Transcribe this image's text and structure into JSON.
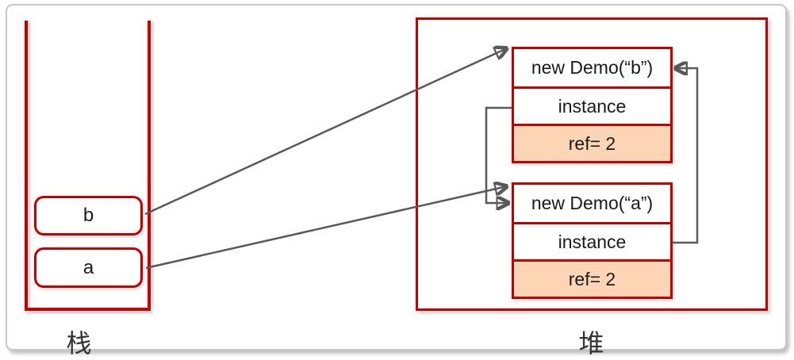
{
  "diagram": {
    "stack": {
      "label": "栈",
      "frames": [
        {
          "name": "b"
        },
        {
          "name": "a"
        }
      ]
    },
    "heap": {
      "label": "堆",
      "objects": [
        {
          "title": "new Demo(“b”)",
          "field": "instance",
          "ref": "ref= 2"
        },
        {
          "title": "new Demo(“a”)",
          "field": "instance",
          "ref": "ref= 2"
        }
      ]
    },
    "connections": [
      {
        "from": "stack-frame-b",
        "to": "heap-object-demo-b"
      },
      {
        "from": "stack-frame-a",
        "to": "heap-object-demo-a"
      },
      {
        "from": "heap-object-demo-b-instance",
        "to": "heap-object-demo-a"
      },
      {
        "from": "heap-object-demo-a-instance",
        "to": "heap-object-demo-b"
      }
    ],
    "colors": {
      "shape_border": "#C00000",
      "ref_cell_fill": "#FBD5B5",
      "arrow": "#595959"
    }
  }
}
